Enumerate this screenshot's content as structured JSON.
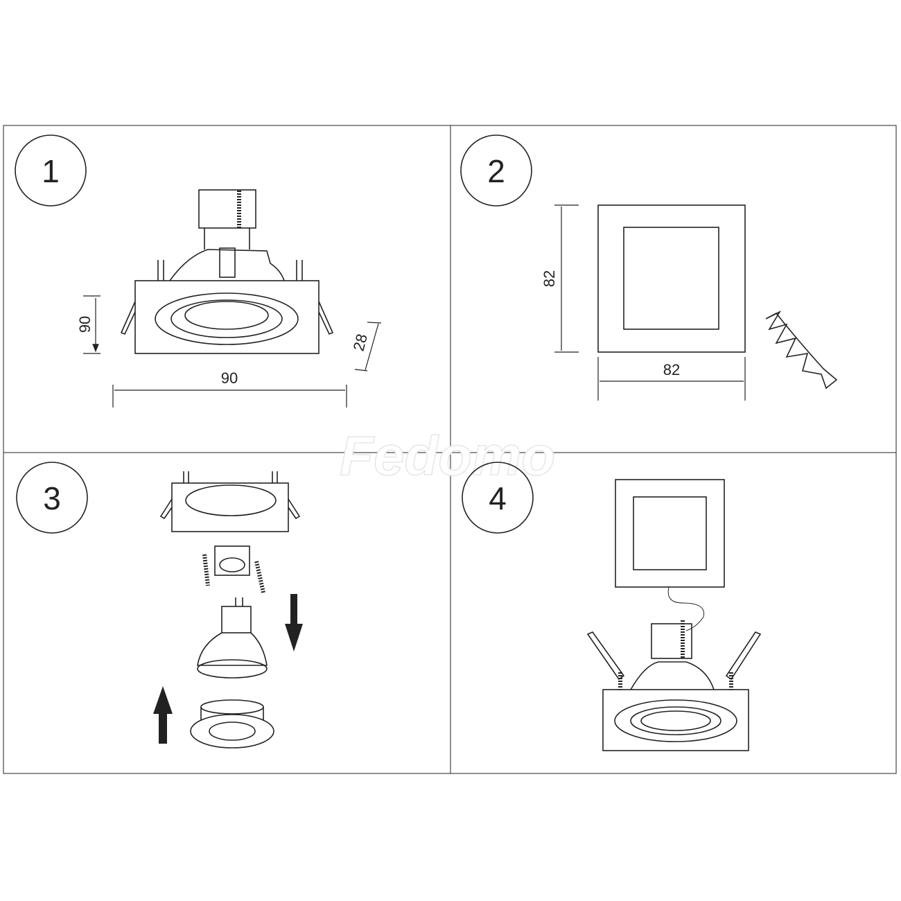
{
  "steps": [
    {
      "number": "1",
      "dimensions": {
        "height": "90",
        "width": "90",
        "depth": "28"
      }
    },
    {
      "number": "2",
      "dimensions": {
        "height": "82",
        "width": "82"
      }
    },
    {
      "number": "3"
    },
    {
      "number": "4"
    }
  ],
  "watermark": "Fedomo",
  "colors": {
    "line": "#222222",
    "background": "#ffffff"
  }
}
